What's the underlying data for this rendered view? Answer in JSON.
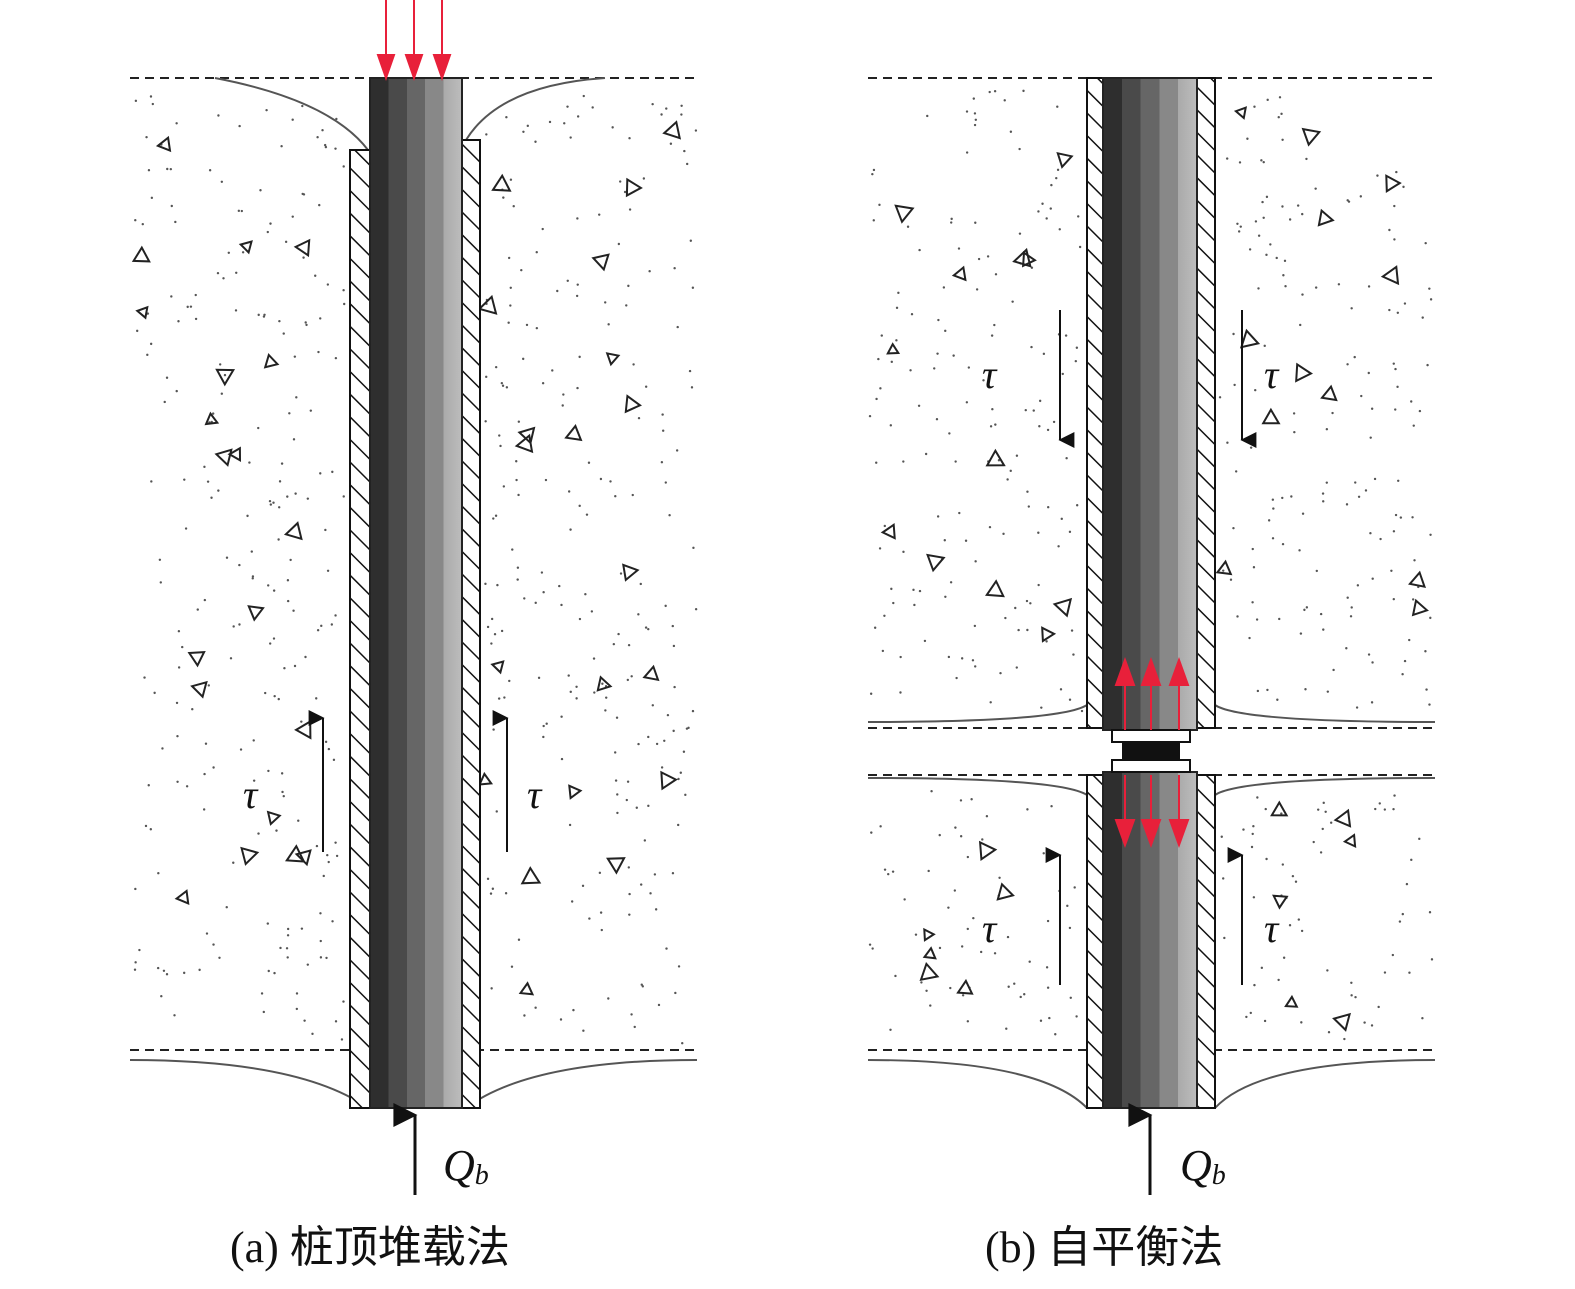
{
  "panel_a": {
    "caption": "(a) 桩顶堆载法",
    "tau_left": "τ",
    "tau_right": "τ",
    "q_main": "Q",
    "q_sub": "b"
  },
  "panel_b": {
    "caption": "(b) 自平衡法",
    "tau_upper_left": "τ",
    "tau_upper_right": "τ",
    "tau_lower_left": "τ",
    "tau_lower_right": "τ",
    "q_main": "Q",
    "q_sub": "b"
  },
  "colors": {
    "load_arrow": "#e8203a",
    "soil_line": "#555555"
  }
}
